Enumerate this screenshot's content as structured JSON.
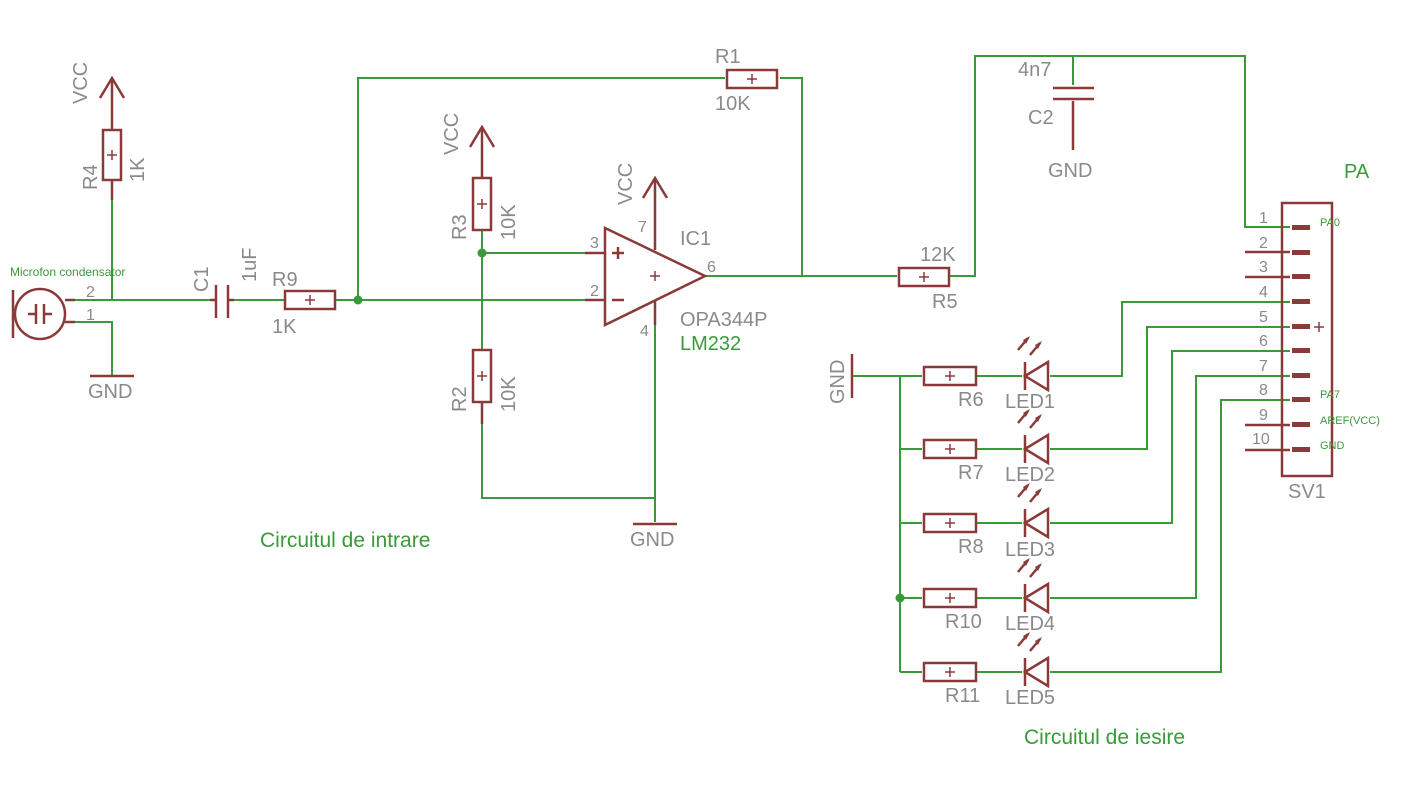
{
  "labels": {
    "mic": "Microfon condensator",
    "mic_pin2": "2",
    "mic_pin1": "1",
    "gnd": "GND",
    "vcc": "VCC",
    "r4": "R4",
    "r4_val": "1K",
    "c1": "C1",
    "c1_val": "1uF",
    "r9": "R9",
    "r9_val": "1K",
    "r1": "R1",
    "r1_val": "10K",
    "r3": "R3",
    "r3_val": "10K",
    "r2": "R2",
    "r2_val": "10K",
    "ic1": "IC1",
    "ic1_part": "OPA344P",
    "ic1_alt": "LM232",
    "pin3": "3",
    "pin2": "2",
    "pin6": "6",
    "pin7": "7",
    "pin4": "4",
    "r5": "R5",
    "r5_val": "12K",
    "c2": "C2",
    "c2_val": "4n7",
    "pa": "PA",
    "sv1": "SV1",
    "sv_pins": [
      "1",
      "2",
      "3",
      "4",
      "5",
      "6",
      "7",
      "8",
      "9",
      "10"
    ],
    "pa0": "PA0",
    "pa7": "PA7",
    "aref": "AREF(VCC)",
    "sv_gnd": "GND",
    "r6": "R6",
    "r7": "R7",
    "r8": "R8",
    "r10": "R10",
    "r11": "R11",
    "led1": "LED1",
    "led2": "LED2",
    "led3": "LED3",
    "led4": "LED4",
    "led5": "LED5",
    "input_title": "Circuitul de intrare",
    "output_title": "Circuitul de iesire"
  },
  "colors": {
    "wire": "#3a9a3a",
    "component": "#8b3a3a",
    "label": "#8a8a8a",
    "accent_text": "#3a9a3a"
  }
}
